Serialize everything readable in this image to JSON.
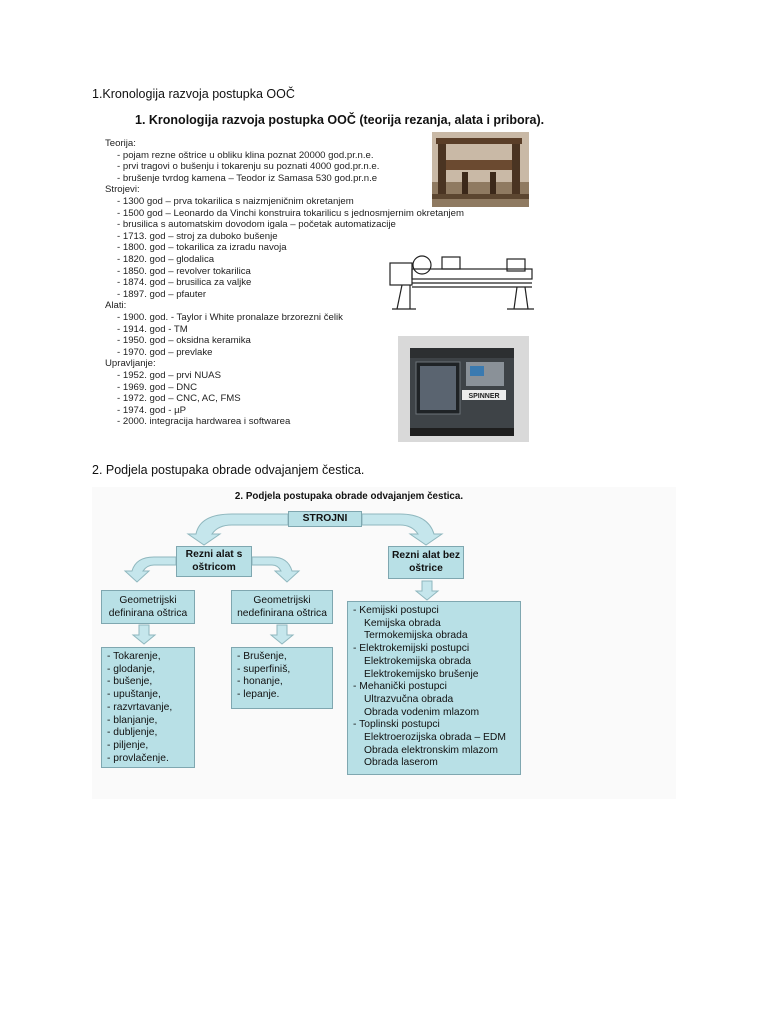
{
  "section1": {
    "heading": "1.Kronologija razvoja postupka OOČ",
    "scan_title": "1. Kronologija razvoja postupka OOČ (teorija rezanja, alata i pribora).",
    "lines": [
      {
        "kind": "cat",
        "text": "Teorija:"
      },
      {
        "kind": "item",
        "text": "- pojam rezne oštrice u obliku klina poznat 20000 god.pr.n.e."
      },
      {
        "kind": "item",
        "text": "- prvi tragovi o bušenju i tokarenju su poznati 4000 god.pr.n.e."
      },
      {
        "kind": "item",
        "text": "- brušenje tvrdog kamena – Teodor iz Samasa 530 god.pr.n.e"
      },
      {
        "kind": "cat",
        "text": "Strojevi:"
      },
      {
        "kind": "item",
        "text": "- 1300 god – prva tokarilica s naizmjeničnim okretanjem"
      },
      {
        "kind": "item",
        "text": "- 1500 god – Leonardo da Vinchi konstruira tokarilicu s jednosmjernim okretanjem"
      },
      {
        "kind": "item",
        "text": "- brusilica s automatskim dovodom igala – početak automatizacije"
      },
      {
        "kind": "item",
        "text": "- 1713. god – stroj za duboko bušenje"
      },
      {
        "kind": "item",
        "text": "- 1800. god – tokarilica za izradu navoja"
      },
      {
        "kind": "item",
        "text": "- 1820. god – glodalica"
      },
      {
        "kind": "item",
        "text": "- 1850. god – revolver tokarilica"
      },
      {
        "kind": "item",
        "text": "- 1874. god – brusilica za valjke"
      },
      {
        "kind": "item",
        "text": "- 1897. god – pfauter"
      },
      {
        "kind": "cat",
        "text": "Alati:"
      },
      {
        "kind": "item",
        "text": "- 1900. god. - Taylor i White pronalaze brzorezni čelik"
      },
      {
        "kind": "item",
        "text": "- 1914. god - TM"
      },
      {
        "kind": "item",
        "text": "- 1950. god – oksidna keramika"
      },
      {
        "kind": "item",
        "text": "- 1970. god – prevlake"
      },
      {
        "kind": "cat",
        "text": "Upravljanje:"
      },
      {
        "kind": "item",
        "text": "- 1952. god – prvi NUAS"
      },
      {
        "kind": "item",
        "text": "- 1969. god – DNC"
      },
      {
        "kind": "item",
        "text": "- 1972. god – CNC, AC, FMS"
      },
      {
        "kind": "item",
        "text": "- 1974. god - µP"
      },
      {
        "kind": "item",
        "text": "- 2000. integracija hardwarea i softwarea"
      }
    ],
    "cnc_brand": "SPINNER"
  },
  "section2": {
    "heading": "2. Podjela postupaka obrade odvajanjem čestica.",
    "diagram_title": "2. Podjela postupaka obrade odvajanjem čestica.",
    "root": "STROJNI",
    "branch_left": "Rezni alat s oštricom",
    "branch_right": "Rezni alat bez oštrice",
    "geo_def": "Geometrijski definirana oštrica",
    "geo_undef": "Geometrijski nedefinirana oštrica",
    "list_def": [
      "- Tokarenje,",
      "- glodanje,",
      "- bušenje,",
      "- upuštanje,",
      "- razvrtavanje,",
      "- blanjanje,",
      "- dubljenje,",
      "- piljenje,",
      "- provlačenje."
    ],
    "list_undef": [
      "- Brušenje,",
      "- superfiniš,",
      "- honanje,",
      "- lepanje."
    ],
    "list_nonblade": [
      {
        "level": 0,
        "text": "- Kemijski postupci"
      },
      {
        "level": 1,
        "text": "Kemijska obrada"
      },
      {
        "level": 1,
        "text": "Termokemijska obrada"
      },
      {
        "level": 0,
        "text": "- Elektrokemijski postupci"
      },
      {
        "level": 1,
        "text": "Elektrokemijska obrada"
      },
      {
        "level": 1,
        "text": "Elektrokemijsko brušenje"
      },
      {
        "level": 0,
        "text": "- Mehanički postupci"
      },
      {
        "level": 1,
        "text": "Ultrazvučna obrada"
      },
      {
        "level": 1,
        "text": "Obrada vodenim mlazom"
      },
      {
        "level": 0,
        "text": "- Toplinski postupci"
      },
      {
        "level": 1,
        "text": "Elektroerozijska obrada – EDM"
      },
      {
        "level": 1,
        "text": "Obrada elektronskim mlazom"
      },
      {
        "level": 1,
        "text": "Obrada laserom"
      }
    ]
  }
}
